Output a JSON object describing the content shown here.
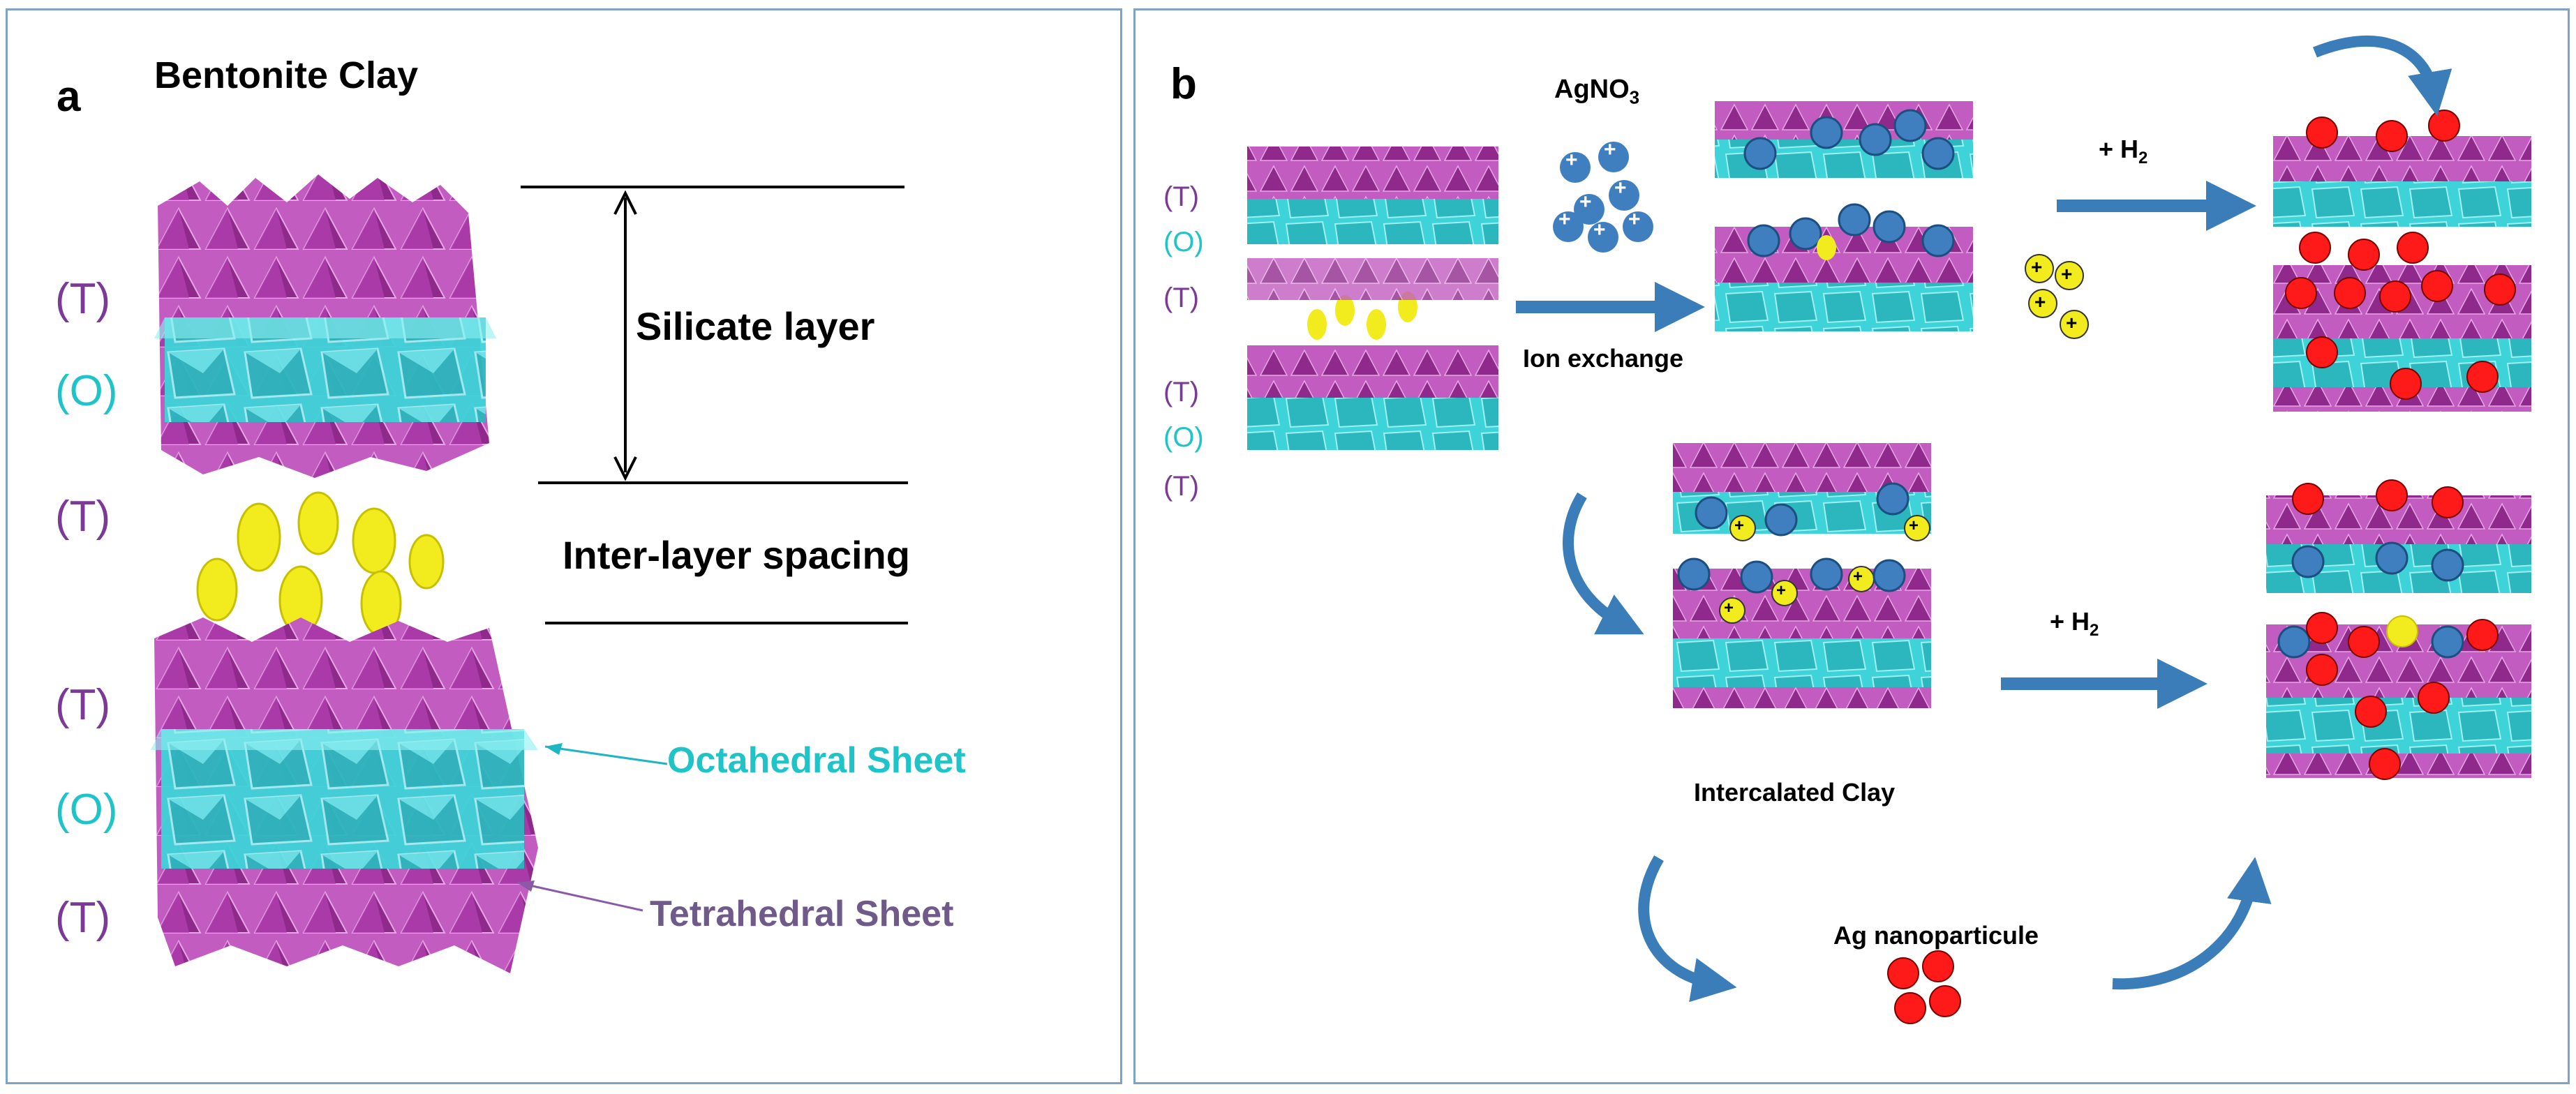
{
  "panel_a": {
    "letter": "a",
    "title": "Bentonite Clay",
    "layer_labels": {
      "t1": "(T)",
      "o1": "(O)",
      "t2": "(T)",
      "t3": "(T)",
      "o2": "(O)",
      "t4": "(T)"
    },
    "silicate_layer": "Silicate layer",
    "inter_layer_spacing": "Inter-layer spacing",
    "octahedral_sheet": "Octahedral Sheet",
    "tetrahedral_sheet": "Tetrahedral Sheet"
  },
  "panel_b": {
    "letter": "b",
    "layer_labels": {
      "t1": "(T)",
      "o1": "(O)",
      "t2": "(T)",
      "t3": "(T)",
      "o2": "(O)",
      "t4": "(T)"
    },
    "agno3": "AgNO",
    "agno3_sub": "3",
    "ion_exchange": "Ion exchange",
    "h2_prefix": "+ H",
    "h2_sub": "2",
    "intercalated_clay": "Intercalated Clay",
    "ag_nanoparticule": "Ag nanoparticule",
    "plus": "+"
  },
  "colors": {
    "tetrahedral": "#b23fb0",
    "octahedral": "#3ed3d8",
    "interlayer_cation": "#f2ec1e",
    "ag_ion": "#3f7fbf",
    "ag_particle": "#ff1a1a",
    "arrow": "#3a7db8",
    "label_T": "#7a3a96",
    "label_O": "#1fc4c8"
  }
}
